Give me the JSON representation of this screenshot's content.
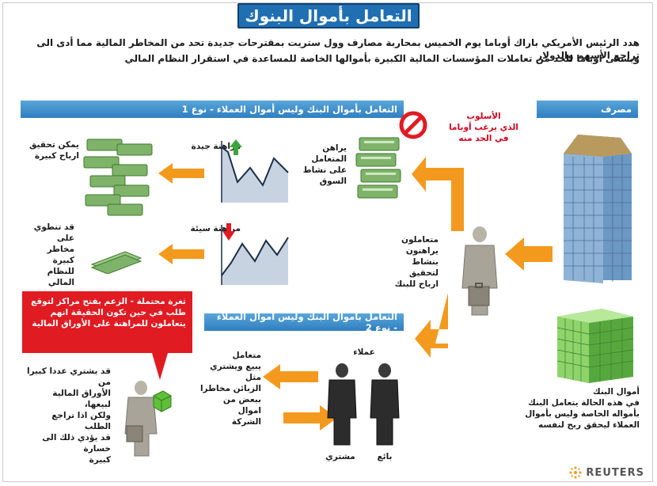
{
  "title": "التعامل بأموال البنوك",
  "intro_line1": "هدد الرئيس الأمريكي باراك أوباما يوم الخميس بمحاربة مصارف وول ستريت بمقترحات جديدة تحد من المخاطر المالية مما أدى الى تراجع الأسهم والدولار",
  "intro_line2": "ويسعى اوباما للحد من تعاملات المؤسسات المالية الكبيرة بأموالها الخاصة للمساعدة في استقرار النظام المالي",
  "bank_header": "مصرف",
  "type1_header": "التعامل بأموال البنك وليس أموال العملاء - نوع 1",
  "type2_header": "التعامل بأموال البنك وليس أموال العملاء - نوع 2",
  "obama_style": [
    "الأسلوب",
    "الذي يرغب أوباما",
    "في الحد منه"
  ],
  "speculate_market": [
    "يراهن",
    "المتعامل",
    "على نشاط",
    "السوق"
  ],
  "good_bet": "مراهنة جيدة",
  "bad_bet": "مراهنة سيئة",
  "big_profits": [
    "يمكن تحقيق",
    "ارباح كبيرة"
  ],
  "big_risks": [
    "قد تنطوي على",
    "مخاطر كبيرة",
    "للنظام المالي"
  ],
  "traders": [
    "متعاملون",
    "يراهنون بنشاط",
    "لتحقيق",
    "ارباح للبنك"
  ],
  "callout": "ثغرة محتملة - الزعم بفتح مراكز لتوقع طلب في حين تكون الحقيقة انهم يتعاملون للمراهنة على الأوراق المالية",
  "clients_label": "عملاء",
  "trader_sells": [
    "متعامل",
    "يبيع ويشتري مثل",
    "الزبائن مخاطرا",
    "ببعض من اموال",
    "الشركة"
  ],
  "buyer": "مشتري",
  "seller": "بائع",
  "large_buy": [
    "قد يشتري عددا كبيرا من",
    "الأوراق المالية لبيعها،",
    "ولكن اذا تراجع الطلب",
    "قد يؤدي ذلك الى خسارة",
    "كبيرة"
  ],
  "bank_money": [
    "أموال البنك",
    "في هذه الحالة يتعامل البنك",
    "بأمواله الخاصة وليس بأموال",
    "العملاء ليحقق ربح لنفسه"
  ],
  "reuters": "REUTERS",
  "colors": {
    "blue": "#2f7fbf",
    "orange": "#f39a1e",
    "red": "#e01b22",
    "green": "#6cc04a",
    "money": "#7fb36a"
  },
  "icons": {
    "no_entry": "no-entry-icon",
    "up_arrow": "green-up-arrow-icon",
    "down_arrow": "red-down-arrow-icon"
  }
}
